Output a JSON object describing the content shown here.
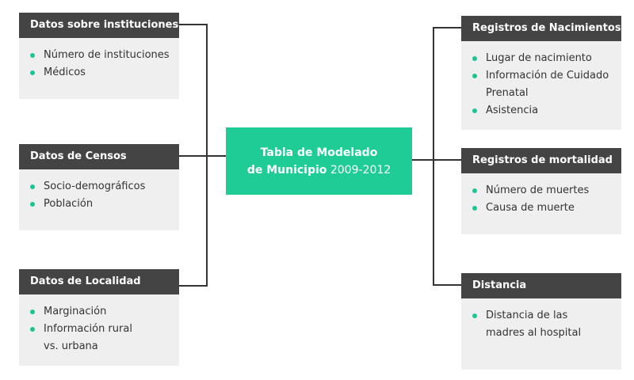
{
  "center": {
    "line1": "Tabla de Modelado",
    "line2_bold": "de Municipio",
    "line2_light": " 2009-2012"
  },
  "left_boxes": [
    {
      "title": "Datos sobre instituciones",
      "items": [
        "Número de instituciones",
        "Médicos"
      ]
    },
    {
      "title": "Datos de Censos",
      "items": [
        "Socio-demográficos",
        "Población"
      ]
    },
    {
      "title": "Datos de Localidad",
      "items": [
        "Marginación",
        "Información rural vs. urbana"
      ]
    }
  ],
  "right_boxes": [
    {
      "title": "Registros de Nacimientos",
      "items": [
        "Lugar de nacimiento",
        "Información de Cuidado Prenatal",
        "Asistencia"
      ]
    },
    {
      "title": "Registros de mortalidad",
      "items": [
        "Número de muertes",
        "Causa de muerte"
      ]
    },
    {
      "title": "Distancia",
      "items": [
        "Distancia de las madres al hospital"
      ]
    }
  ],
  "colors": {
    "header_bg": "#444444",
    "body_bg": "#efefef",
    "accent": "#1fcc96",
    "bullet": "#1fc494",
    "line": "#333333"
  }
}
